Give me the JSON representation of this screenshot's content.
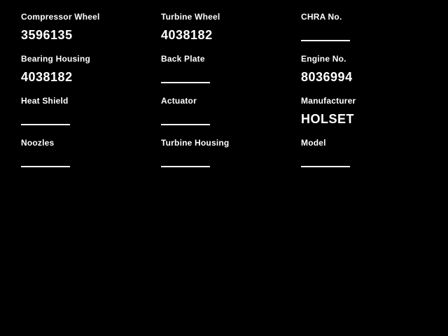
{
  "page": {
    "background_color": "#000000",
    "text_color": "#ffffff"
  },
  "fields": [
    {
      "label": "Compressor Wheel",
      "value": "3596135"
    },
    {
      "label": "Turbine Wheel",
      "value": "4038182"
    },
    {
      "label": "CHRA No.",
      "value": ""
    },
    {
      "label": "Bearing Housing",
      "value": "4038182"
    },
    {
      "label": "Back Plate",
      "value": ""
    },
    {
      "label": "Engine No.",
      "value": "8036994"
    },
    {
      "label": "Heat Shield",
      "value": ""
    },
    {
      "label": "Actuator",
      "value": ""
    },
    {
      "label": "Manufacturer",
      "value": "HOLSET"
    },
    {
      "label": "Noozles",
      "value": ""
    },
    {
      "label": "Turbine Housing",
      "value": ""
    },
    {
      "label": "Model",
      "value": ""
    }
  ]
}
